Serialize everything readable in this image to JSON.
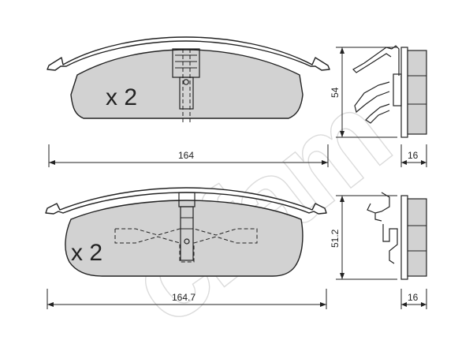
{
  "watermark": {
    "text": "cifam"
  },
  "top_pad": {
    "quantity_label": "x 2",
    "width_label": "164",
    "height_label": "54",
    "thickness_label": "16"
  },
  "bottom_pad": {
    "quantity_label": "x 2",
    "width_label": "164.7",
    "height_label": "51.2",
    "thickness_label": "16"
  }
}
